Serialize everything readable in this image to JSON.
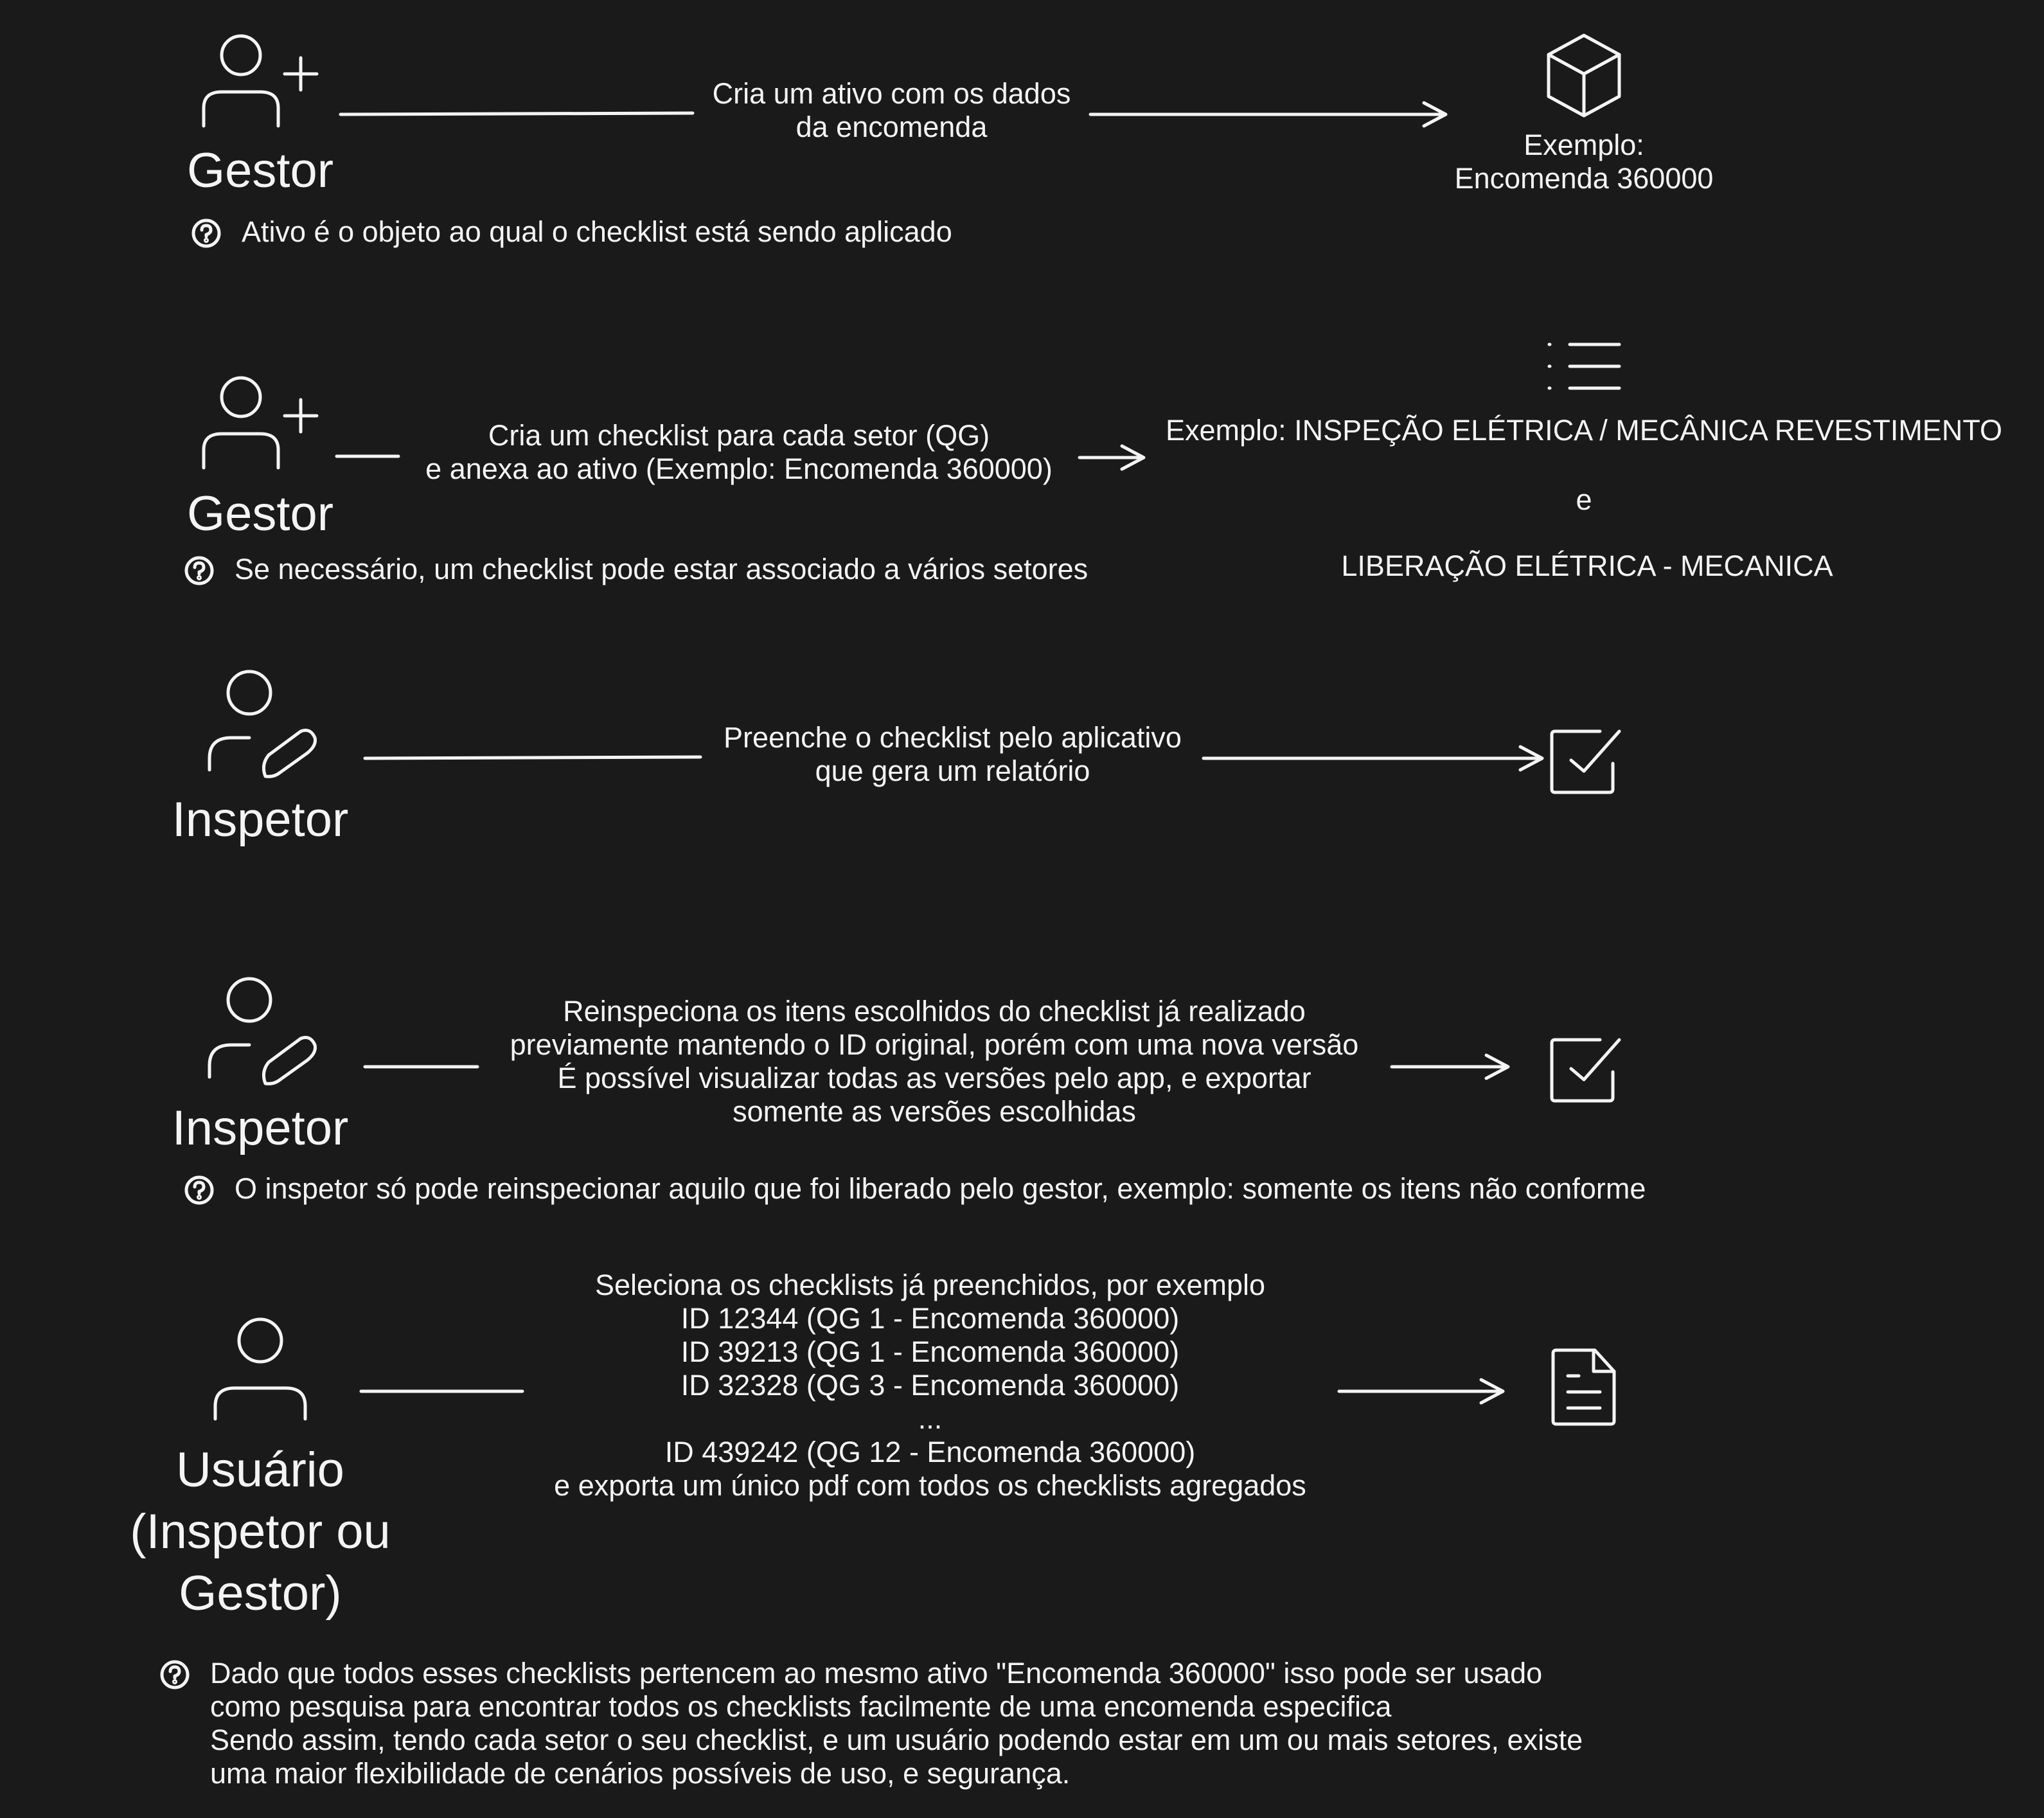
{
  "step1": {
    "role": "Gestor",
    "action": "Cria um ativo com os dados\nda encomenda",
    "result": "Exemplo:\nEncomenda 360000",
    "note": "Ativo é o objeto ao qual o checklist está sendo aplicado",
    "role_icon": "user-plus-icon",
    "result_icon": "box-icon"
  },
  "step2": {
    "role": "Gestor",
    "action": "Cria um checklist para cada setor (QG)\ne anexa ao ativo (Exemplo: Encomenda 360000)",
    "result_line1": "Exemplo: INSPEÇÃO ELÉTRICA / MECÂNICA REVESTIMENTO",
    "result_line2": "e",
    "result_line3": "LIBERAÇÃO ELÉTRICA - MECANICA",
    "note": "Se necessário, um checklist pode estar associado a vários setores",
    "role_icon": "user-plus-icon",
    "result_icon": "list-icon"
  },
  "step3": {
    "role": "Inspetor",
    "action": "Preenche o checklist pelo aplicativo\nque gera um relatório",
    "role_icon": "user-pen-icon",
    "result_icon": "checkbox-icon"
  },
  "step4": {
    "role": "Inspetor",
    "action": "Reinspeciona os itens escolhidos do checklist já realizado\npreviamente mantendo o ID original, porém com uma nova versão\nÉ possível visualizar todas as versões pelo app, e exportar\nsomente as versões escolhidas",
    "note": "O inspetor só pode reinspecionar aquilo que foi liberado pelo gestor, exemplo: somente os itens não conforme",
    "role_icon": "user-pen-icon",
    "result_icon": "checkbox-icon"
  },
  "step5": {
    "role": "Usuário\n(Inspetor ou\nGestor)",
    "action": "Seleciona os checklists já preenchidos, por exemplo\nID 12344 (QG 1 - Encomenda 360000)\nID 39213 (QG 1 - Encomenda 360000)\nID 32328 (QG 3 - Encomenda 360000)\n...\nID 439242 (QG 12 - Encomenda 360000)\ne exporta um único pdf com todos os checklists agregados",
    "note": "Dado que todos esses checklists pertencem ao mesmo ativo \"Encomenda 360000\" isso pode ser usado\ncomo pesquisa para encontrar todos os checklists facilmente de uma encomenda especifica\nSendo assim, tendo cada setor o seu checklist, e um usuário podendo estar em um ou mais setores, existe\numa maior flexibilidade de cenários possíveis de uso, e segurança.",
    "role_icon": "user-icon",
    "result_icon": "file-text-icon"
  },
  "note_icon": "help-circle-icon"
}
